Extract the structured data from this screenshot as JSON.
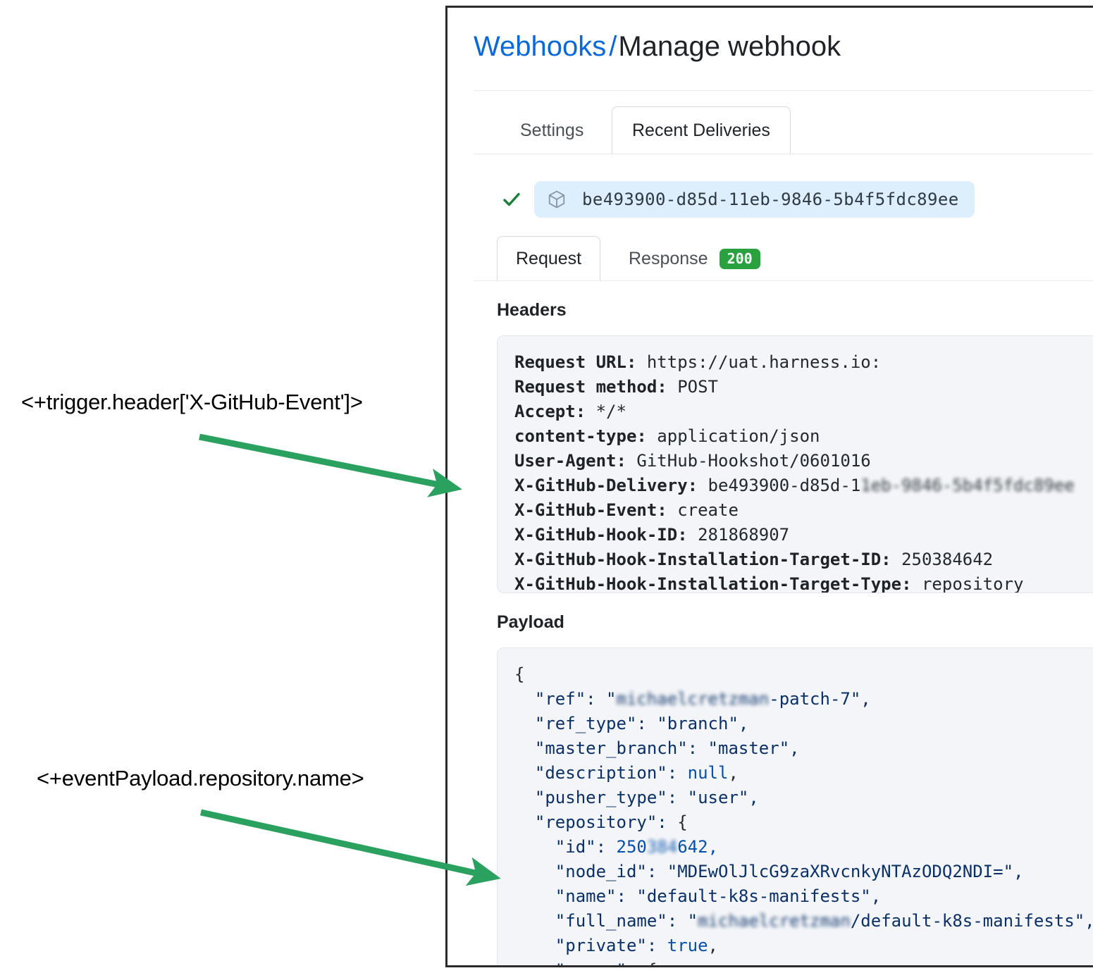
{
  "annotations": [
    {
      "text": "<+trigger.header['X-GitHub-Event']>"
    },
    {
      "text": "<+eventPayload.repository.name>"
    }
  ],
  "accent_colors": {
    "arrow_green": "#2ba15f",
    "link_blue": "#0969da",
    "badge_green": "#29a13f",
    "pill_blue": "#ddeefc",
    "code_bg": "#f3f5f8"
  },
  "breadcrumb": {
    "link": "Webhooks",
    "separator": "/",
    "current": "Manage webhook"
  },
  "top_tabs": [
    {
      "label": "Settings",
      "active": false
    },
    {
      "label": "Recent Deliveries",
      "active": true
    }
  ],
  "delivery": {
    "status_icon": "check-icon",
    "package_icon": "package-icon",
    "id": "be493900-d85d-11eb-9846-5b4f5fdc89ee"
  },
  "rr_tabs": [
    {
      "label": "Request",
      "active": true,
      "badge": ""
    },
    {
      "label": "Response",
      "active": false,
      "badge": "200"
    }
  ],
  "headers": {
    "title": "Headers",
    "rows": [
      {
        "key": "Request URL:",
        "value": "https://uat.harness.io:",
        "redacted": ""
      },
      {
        "key": "Request method:",
        "value": "POST",
        "redacted": ""
      },
      {
        "key": "Accept:",
        "value": "*/*",
        "redacted": ""
      },
      {
        "key": "content-type:",
        "value": "application/json",
        "redacted": ""
      },
      {
        "key": "User-Agent:",
        "value": "GitHub-Hookshot/0601016",
        "redacted": ""
      },
      {
        "key": "X-GitHub-Delivery:",
        "value": "be493900-d85d-1",
        "redacted": "1eb-9846-5b4f5fdc89ee"
      },
      {
        "key": "X-GitHub-Event:",
        "value": "create",
        "redacted": ""
      },
      {
        "key": "X-GitHub-Hook-ID:",
        "value": "281868907",
        "redacted": ""
      },
      {
        "key": "X-GitHub-Hook-Installation-Target-ID:",
        "value": "250384642",
        "redacted": ""
      },
      {
        "key": "X-GitHub-Hook-Installation-Target-Type:",
        "value": "repository",
        "redacted": ""
      }
    ]
  },
  "payload": {
    "title": "Payload",
    "lines": [
      {
        "indent": 0,
        "text": "{"
      },
      {
        "indent": 1,
        "key": "\"ref\"",
        "sep": ": ",
        "prefix": "\"",
        "redacted": "michaelcretzman",
        "suffix": "-patch-7\",",
        "type": "str"
      },
      {
        "indent": 1,
        "key": "\"ref_type\"",
        "sep": ": ",
        "value": "\"branch\",",
        "type": "str"
      },
      {
        "indent": 1,
        "key": "\"master_branch\"",
        "sep": ": ",
        "value": "\"master\",",
        "type": "str"
      },
      {
        "indent": 1,
        "key": "\"description\"",
        "sep": ": ",
        "value": "null",
        "tail": ",",
        "type": "lit"
      },
      {
        "indent": 1,
        "key": "\"pusher_type\"",
        "sep": ": ",
        "value": "\"user\",",
        "type": "str"
      },
      {
        "indent": 1,
        "key": "\"repository\"",
        "sep": ": ",
        "value": "{",
        "type": "punc"
      },
      {
        "indent": 2,
        "key": "\"id\"",
        "sep": ": ",
        "prefix": "250",
        "redacted": "384",
        "suffix": "642,",
        "type": "num"
      },
      {
        "indent": 2,
        "key": "\"node_id\"",
        "sep": ": ",
        "value": "\"MDEwOlJlcG9zaXRvcnkyNTAzODQ2NDI=\",",
        "type": "str"
      },
      {
        "indent": 2,
        "key": "\"name\"",
        "sep": ": ",
        "value": "\"default-k8s-manifests\",",
        "type": "str"
      },
      {
        "indent": 2,
        "key": "\"full_name\"",
        "sep": ": ",
        "prefix": "\"",
        "redacted": "michaelcretzman",
        "suffix": "/default-k8s-manifests\",",
        "type": "str"
      },
      {
        "indent": 2,
        "key": "\"private\"",
        "sep": ": ",
        "value": "true",
        "tail": ",",
        "type": "lit"
      },
      {
        "indent": 2,
        "key": "\"owner\"",
        "sep": ": ",
        "value": "{",
        "type": "punc"
      }
    ]
  }
}
